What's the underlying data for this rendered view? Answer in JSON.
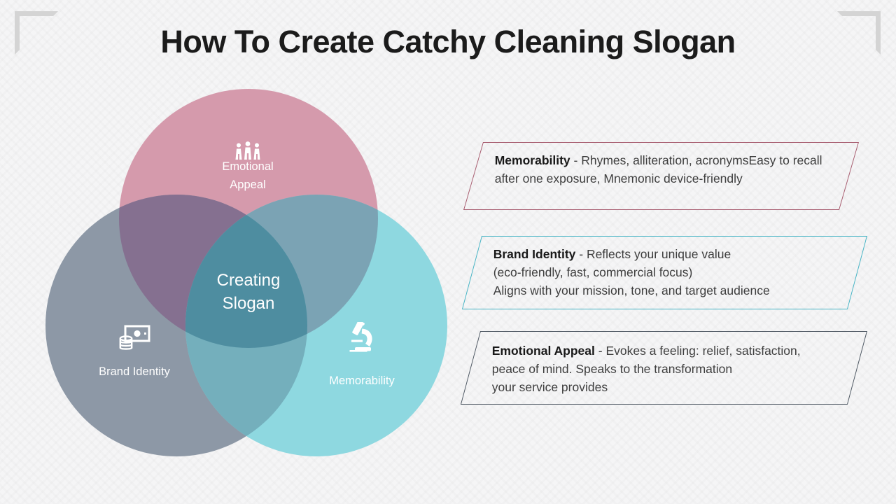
{
  "title": "How To Create Catchy Cleaning Slogan",
  "decoration": {
    "bracket_color": "#d4d4d4"
  },
  "venn": {
    "center": {
      "line1": "Creating",
      "line2": "Slogan"
    },
    "circles": [
      {
        "name": "Emotional Appeal",
        "label_line1": "Emotional",
        "label_line2": "Appeal",
        "color": "#d59aac",
        "icon": "people-icon"
      },
      {
        "name": "Brand Identity",
        "label": "Brand Identity",
        "color": "#8d98a6",
        "icon": "banknote-coins-icon"
      },
      {
        "name": "Memorability",
        "label": "Memorability",
        "color": "#8ed8e0",
        "icon": "microscope-icon"
      }
    ],
    "overlaps": {
      "emotional_brand": "#857090",
      "emotional_memorability": "#7ba3b4",
      "brand_memorability": "#74afbc",
      "center": "#4e8da0"
    }
  },
  "callouts": [
    {
      "heading": "Memorability",
      "line1_rest": " - Rhymes, alliteration, acronymsEasy to recall",
      "line2": "after one exposure, Mnemonic device-friendly",
      "line3": "",
      "border_color": "#a65a6d"
    },
    {
      "heading": "Brand Identity",
      "line1_rest": " - Reflects your unique value",
      "line2": "(eco-friendly, fast, commercial focus)",
      "line3": "Aligns with your mission, tone, and target audience",
      "border_color": "#44b3c4"
    },
    {
      "heading": "Emotional Appeal",
      "line1_rest": " - Evokes a feeling: relief, satisfaction,",
      "line2": "peace of mind. Speaks to the transformation",
      "line3": "your service provides",
      "border_color": "#4c5661"
    }
  ]
}
